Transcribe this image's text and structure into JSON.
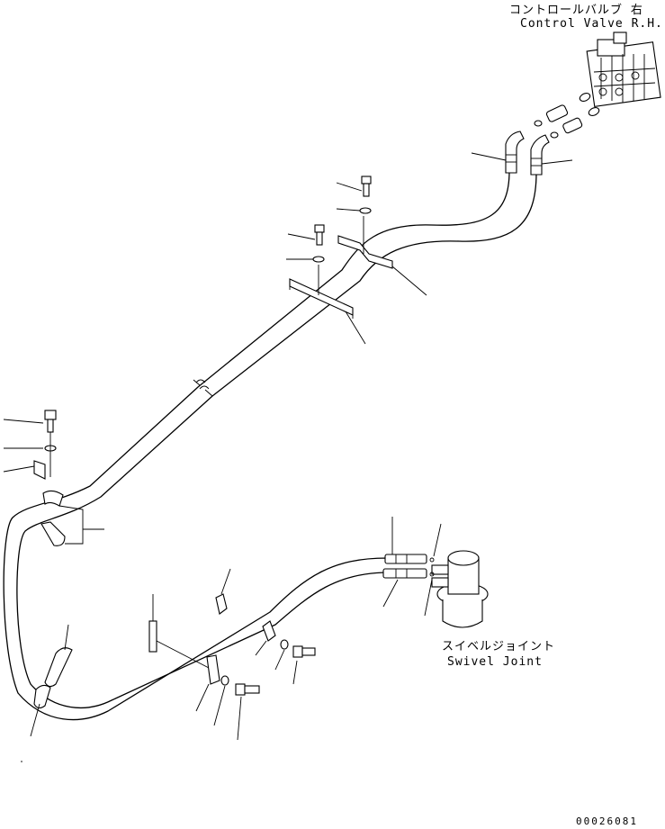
{
  "labels": {
    "control_valve_jp": "コントロールバルブ 右",
    "control_valve_en": "Control Valve R.H.",
    "swivel_joint_jp": "スイベルジョイント",
    "swivel_joint_en": "Swivel Joint"
  },
  "drawing_number": "00026081"
}
